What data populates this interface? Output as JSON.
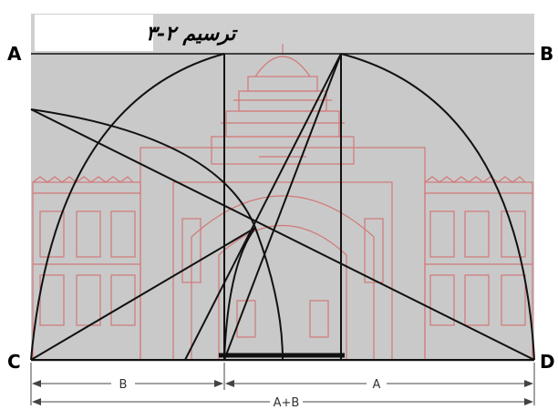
{
  "figure": {
    "caption": "ترسیم ۲-۳",
    "vertices": {
      "top_left": "A",
      "top_right": "B",
      "bottom_left": "C",
      "bottom_right": "D"
    },
    "dimensions": {
      "segment_b": "B",
      "segment_a": "A",
      "total": "A+B"
    }
  },
  "colors": {
    "background_gray": "#c9c9c9",
    "facade_red": "#d46a6a",
    "construction_black": "#111111",
    "dimension_gray": "#444444"
  }
}
